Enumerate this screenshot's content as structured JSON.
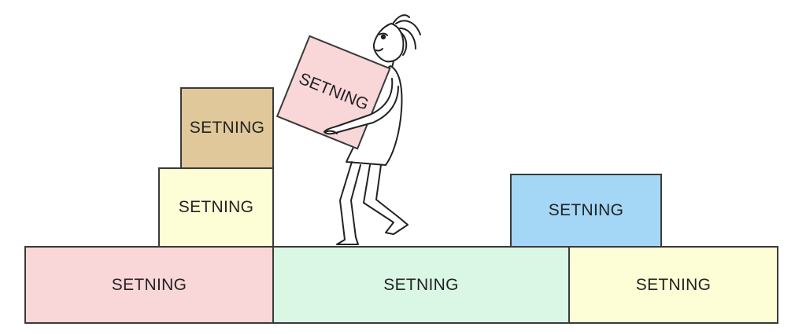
{
  "blocks": {
    "bottom_left": {
      "label": "SETNING",
      "color": "#f9d6d8"
    },
    "bottom_middle": {
      "label": "SETNING",
      "color": "#d9f7e4"
    },
    "bottom_right": {
      "label": "SETNING",
      "color": "#fdfdd6"
    },
    "middle_left": {
      "label": "SETNING",
      "color": "#fdfdd6"
    },
    "top_left": {
      "label": "SETNING",
      "color": "#e0c89a"
    },
    "blue_right": {
      "label": "SETNING",
      "color": "#a4d7f5"
    },
    "carried": {
      "label": "SETNING",
      "color": "#f9d6d8"
    }
  },
  "colors": {
    "outline": "#3a3a3a",
    "figure_stroke": "#222222",
    "background": "#ffffff"
  },
  "icons": {
    "figure": "stick-figure-carrying-block-icon"
  }
}
